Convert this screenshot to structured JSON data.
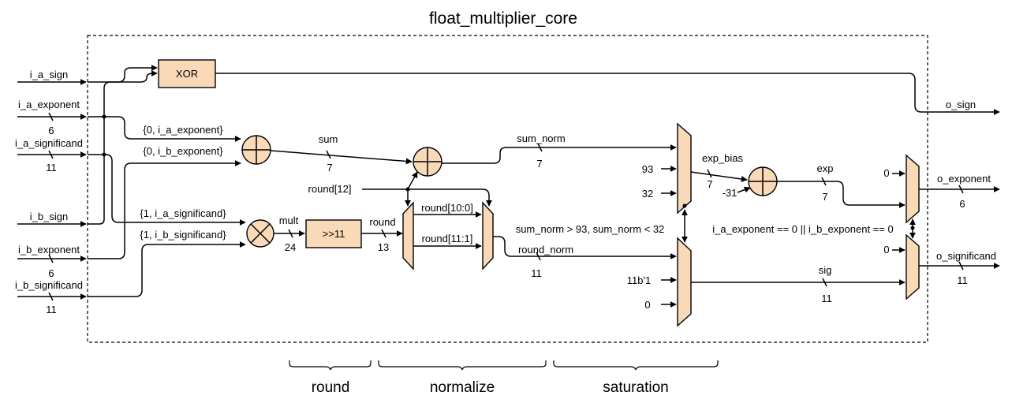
{
  "title": "float_multiplier_core",
  "colors": {
    "block_fill": "#FAD9B8",
    "line": "#000000"
  },
  "inputs": {
    "a_sign": "i_a_sign",
    "a_exponent": "i_a_exponent",
    "a_exponent_width": "6",
    "a_significand": "i_a_significand",
    "a_significand_width": "11",
    "b_sign": "i_b_sign",
    "b_exponent": "i_b_exponent",
    "b_exponent_width": "6",
    "b_significand": "i_b_significand",
    "b_significand_width": "11"
  },
  "outputs": {
    "sign": "o_sign",
    "exponent": "o_exponent",
    "exponent_width": "6",
    "significand": "o_significand",
    "significand_width": "11"
  },
  "blocks": {
    "xor": "XOR",
    "shift": ">>11"
  },
  "signals": {
    "a_exp_ext": "{0, i_a_exponent}",
    "b_exp_ext": "{0, i_b_exponent}",
    "a_sig_ext": "{1, i_a_significand}",
    "b_sig_ext": "{1, i_b_significand}",
    "sum": "sum",
    "sum_width": "7",
    "mult": "mult",
    "mult_width": "24",
    "round": "round",
    "round_width": "13",
    "round_bit": "round[12]",
    "round_low": "round[10:0]",
    "round_high": "round[11:1]",
    "round_norm": "round_norm",
    "round_norm_width": "11",
    "sum_norm": "sum_norm",
    "sum_norm_width": "7",
    "exp_bias": "exp_bias",
    "exp_bias_width": "7",
    "bias_const": "-31",
    "exp": "exp",
    "exp_width": "7",
    "sig": "sig",
    "sig_width": "11",
    "sat_cond": "sum_norm > 93, sum_norm < 32",
    "zero_cond": "i_a_exponent == 0 || i_b_exponent == 0",
    "const_93": "93",
    "const_32": "32",
    "const_11b1": "11b'1",
    "const_0_sig": "0",
    "const_0_exp": "0",
    "const_0_out_sig": "0"
  },
  "stages": {
    "round": "round",
    "normalize": "normalize",
    "saturation": "saturation"
  }
}
